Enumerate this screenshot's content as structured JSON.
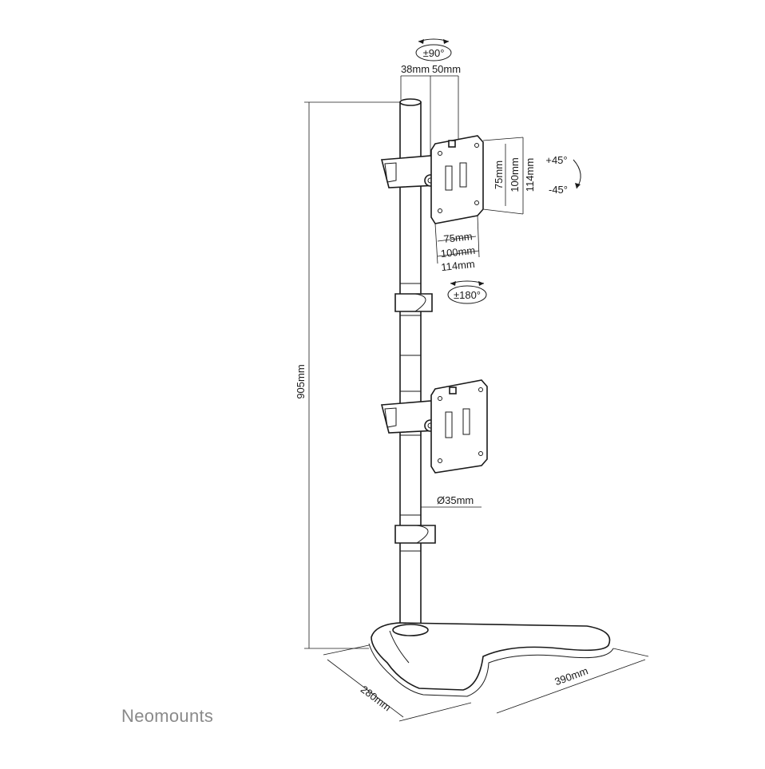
{
  "brand": {
    "name": "Neomounts"
  },
  "dimensions": {
    "rotate": "±90°",
    "offset_a": "38mm",
    "offset_b": "50mm",
    "height": "905mm",
    "vesa_v_75": "75mm",
    "vesa_v_100": "100mm",
    "vesa_v_114": "114mm",
    "tilt_up": "+45°",
    "tilt_down": "-45°",
    "vesa_h_75": "75mm",
    "vesa_h_100": "100mm",
    "vesa_h_114": "114mm",
    "swivel": "±180°",
    "pole_diameter": "Ø35mm",
    "base_depth": "280mm",
    "base_width": "390mm"
  },
  "colors": {
    "line": "#1a1a1a",
    "brand": "#8a8a8a",
    "background": "#ffffff"
  }
}
